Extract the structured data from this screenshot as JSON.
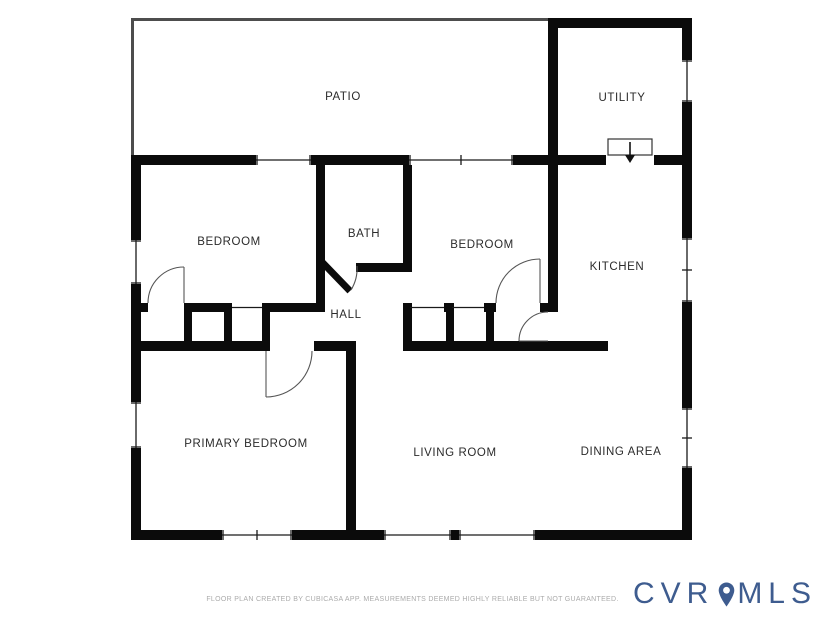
{
  "floorplan": {
    "rooms": [
      {
        "label": "PATIO"
      },
      {
        "label": "UTILITY"
      },
      {
        "label": "BEDROOM"
      },
      {
        "label": "BATH"
      },
      {
        "label": "BEDROOM"
      },
      {
        "label": "KITCHEN"
      },
      {
        "label": "HALL"
      },
      {
        "label": "PRIMARY BEDROOM"
      },
      {
        "label": "LIVING ROOM"
      },
      {
        "label": "DINING AREA"
      }
    ],
    "wall_color": "#0b0b0b",
    "patio_wall_color": "#4d4d4d"
  },
  "footer": {
    "disclaimer": "FLOOR PLAN CREATED BY CUBICASA APP. MEASUREMENTS DEEMED HIGHLY RELIABLE BUT NOT GUARANTEED."
  },
  "brand": {
    "letters_left": "CVR",
    "letters_right": "MLS",
    "color": "#3e5c8f",
    "icon": "map-pin"
  }
}
